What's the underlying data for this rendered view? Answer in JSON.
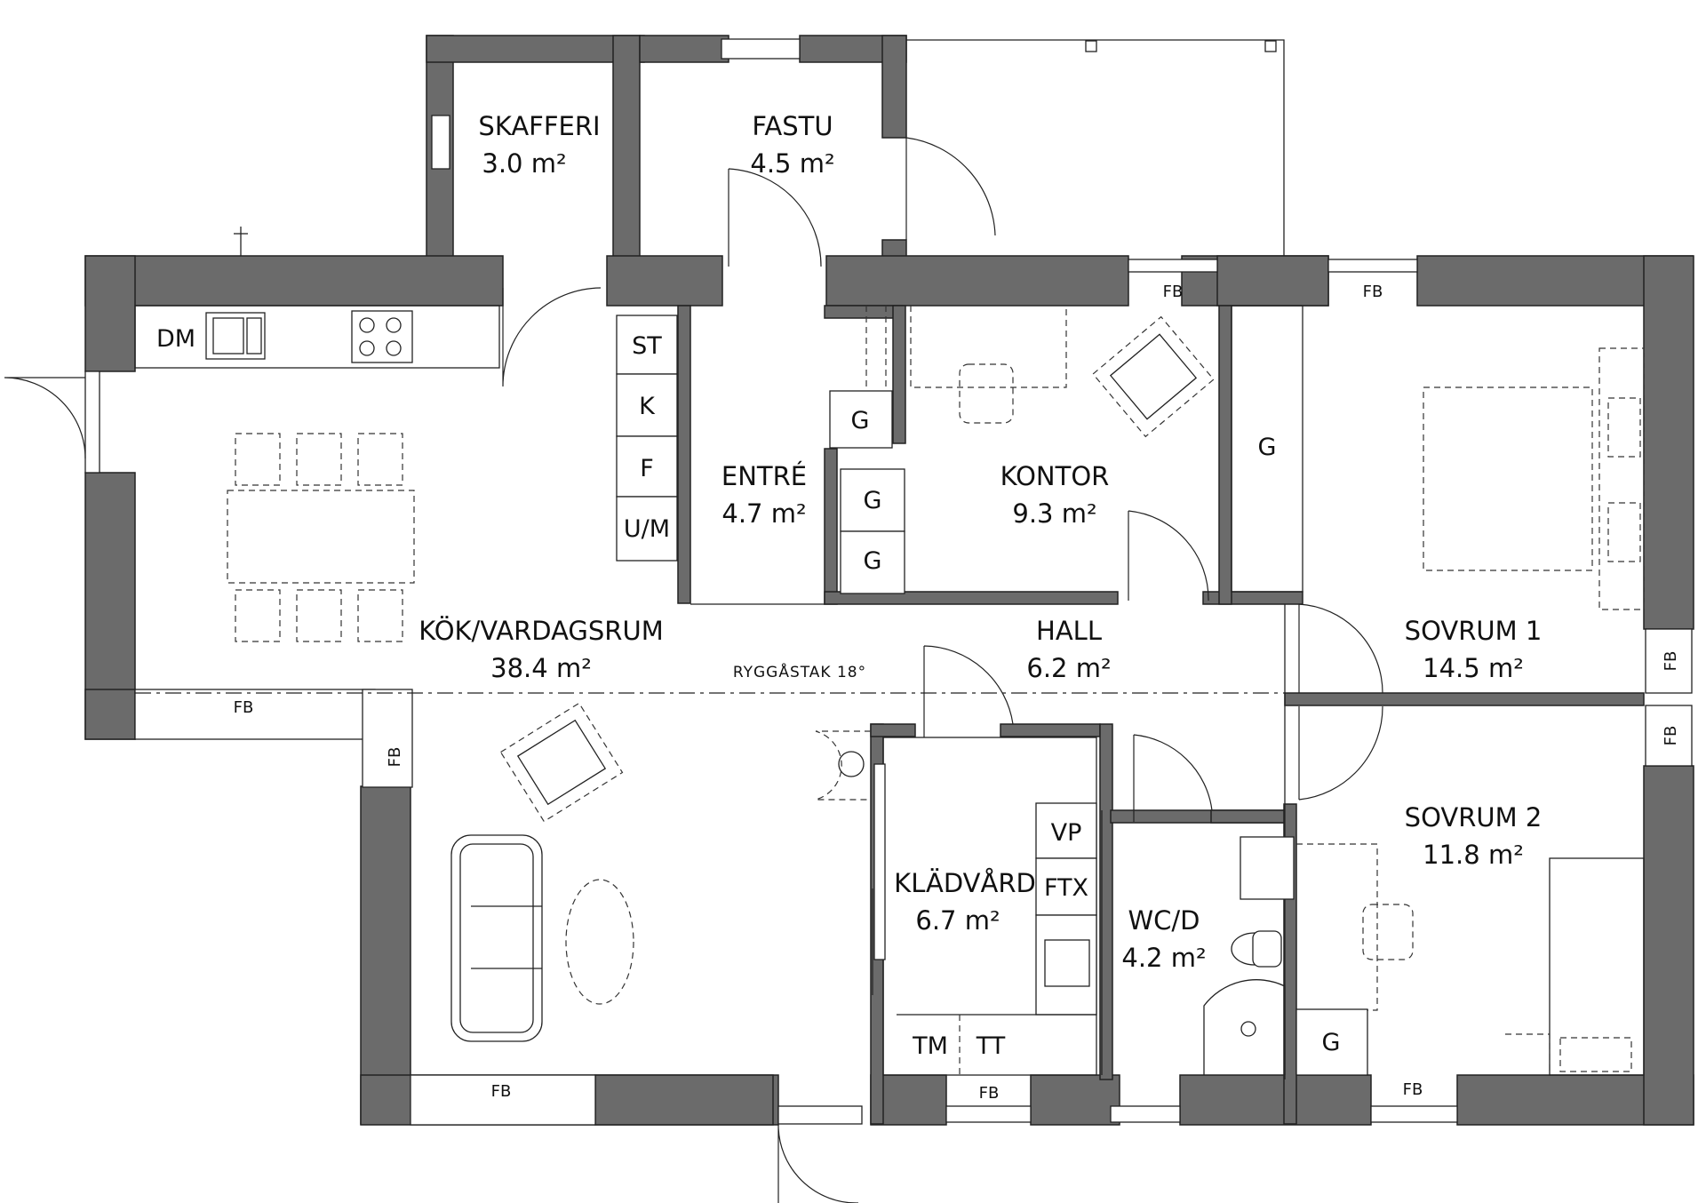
{
  "rooms": {
    "skafferi": {
      "name": "SKAFFERI",
      "area": "3.0 m²"
    },
    "fastu": {
      "name": "FASTU",
      "area": "4.5 m²"
    },
    "entre": {
      "name": "ENTRÉ",
      "area": "4.7 m²"
    },
    "kontor": {
      "name": "KONTOR",
      "area": "9.3 m²"
    },
    "kok": {
      "name": "KÖK/VARDAGSRUM",
      "area": "38.4 m²"
    },
    "hall": {
      "name": "HALL",
      "area": "6.2 m²"
    },
    "sovrum1": {
      "name": "SOVRUM 1",
      "area": "14.5 m²"
    },
    "sovrum2": {
      "name": "SOVRUM 2",
      "area": "11.8 m²"
    },
    "kladvard": {
      "name": "KLÄDVÅRD",
      "area": "6.7 m²"
    },
    "wc": {
      "name": "WC/D",
      "area": "4.2 m²"
    }
  },
  "ridge_label": "RYGGÅSTAK 18°",
  "fixtures": {
    "dm": "DM",
    "st": "ST",
    "k": "K",
    "f": "F",
    "um": "U/M",
    "g": "G",
    "vp": "VP",
    "ftx": "FTX",
    "tm": "TM",
    "tt": "TT"
  },
  "window_label": "FB"
}
